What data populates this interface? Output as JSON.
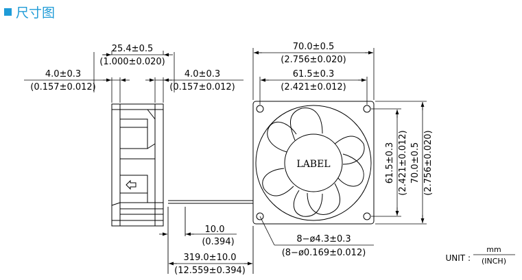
{
  "section_title": "尺寸图",
  "colors": {
    "accent": "#1e9bd7",
    "line": "#000000"
  },
  "dimensions": {
    "side_depth": "25.4±0.5",
    "side_depth_inch": "(1.000±0.020)",
    "left_flange": "4.0±0.3",
    "left_flange_inch": "(0.157±0.012)",
    "right_flange": "4.0±0.3",
    "right_flange_inch": "(0.157±0.012)",
    "overall_width": "70.0±0.5",
    "overall_width_inch": "(2.756±0.020)",
    "hole_pitch": "61.5±0.3",
    "hole_pitch_inch": "(2.421±0.012)",
    "hole_pitch_v": "61.5±0.3",
    "hole_pitch_v_inch": "(2.421±0.012)",
    "overall_height": "70.0±0.5",
    "overall_height_inch": "(2.756±0.020)",
    "strip_length": "10.0",
    "strip_length_inch": "(0.394)",
    "lead_length": "319.0±10.0",
    "lead_length_inch": "(12.559±0.394)",
    "holes": "8−ø4.3±0.3",
    "holes_inch": "(8−ø0.169±0.012)"
  },
  "fan_label": "LABEL",
  "unit": {
    "prefix": "UNIT :",
    "numerator": "mm",
    "denominator": "(INCH)"
  }
}
